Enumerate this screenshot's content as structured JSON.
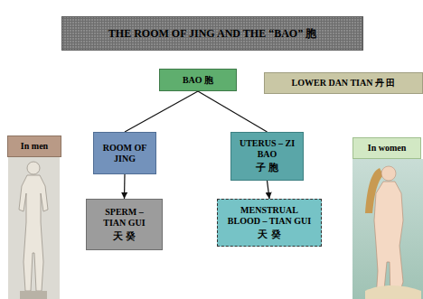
{
  "diagram": {
    "title": "THE ROOM OF JING AND THE “BAO” 胞",
    "nodes": [
      {
        "text": [
          "BAO 胞"
        ]
      },
      {
        "text": [
          "LOWER DAN TIAN 丹 田"
        ]
      },
      {
        "text": [
          "In men"
        ]
      },
      {
        "text": [
          "ROOM OF JING"
        ]
      },
      {
        "text": [
          "UTERUS – ZI BAO",
          "子 胞"
        ]
      },
      {
        "text": [
          "In women"
        ]
      },
      {
        "text": [
          "SPERM – TIAN GUI",
          "天 癸"
        ]
      },
      {
        "text": [
          "MENSTRUAL BLOOD – TIAN GUI",
          "天 癸"
        ]
      }
    ],
    "edges": [
      {
        "from": 0,
        "to": 3,
        "arrow": "none"
      },
      {
        "from": 0,
        "to": 4,
        "arrow": "none"
      },
      {
        "from": 3,
        "to": 6,
        "arrow": "to"
      },
      {
        "from": 4,
        "to": 7,
        "arrow": "to"
      }
    ]
  }
}
